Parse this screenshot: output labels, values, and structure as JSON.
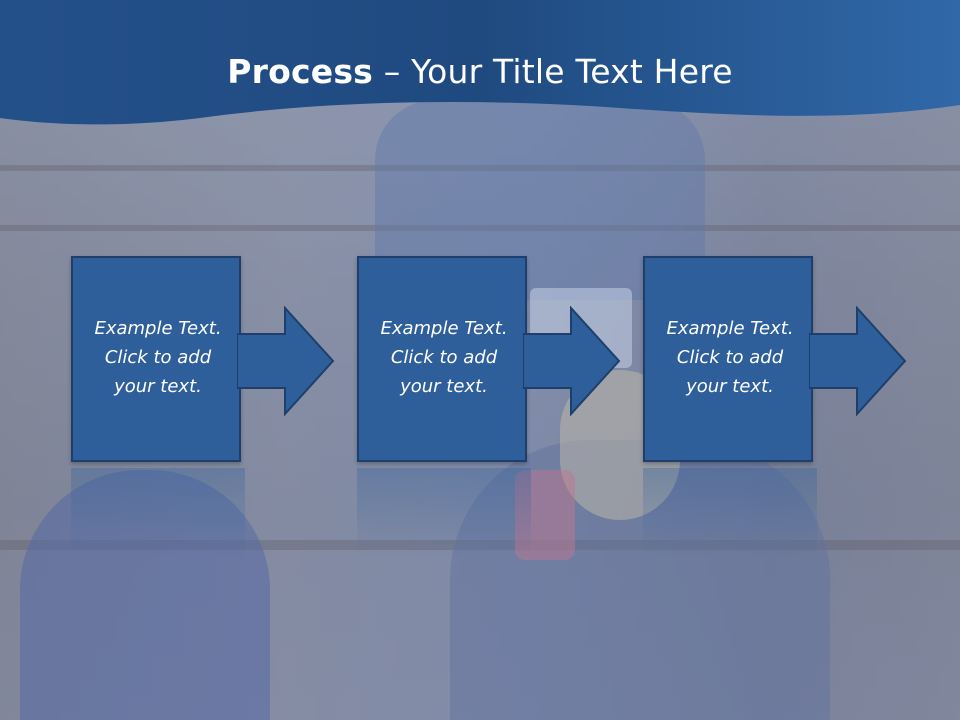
{
  "slide": {
    "title_bold": "Process",
    "title_rest": " – Your Title Text Here"
  },
  "steps": [
    {
      "text": "Example Text.\nClick  to add\nyour text."
    },
    {
      "text": "Example Text.\nClick  to add\nyour text."
    },
    {
      "text": "Example Text.\nClick  to add\nyour text."
    }
  ],
  "colors": {
    "banner_blue": "#2a5a94",
    "box_fill": "#2f5f9a",
    "box_border": "#1e3f6b"
  }
}
